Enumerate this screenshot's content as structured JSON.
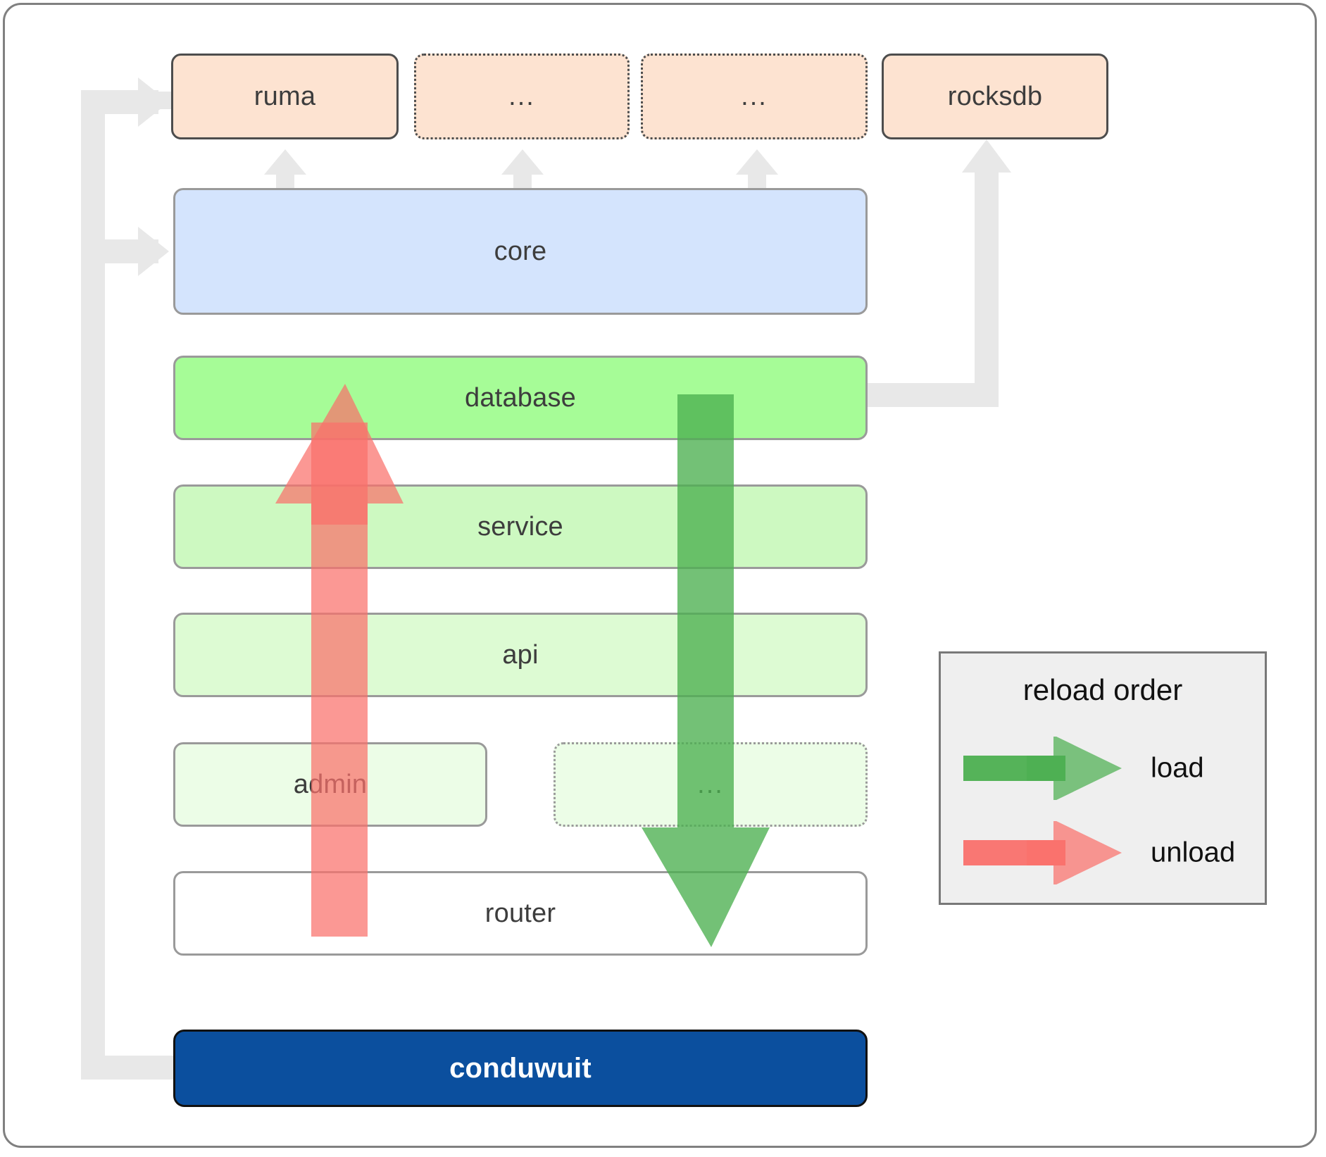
{
  "diagram": {
    "title": "conduwuit crate / reload-order architecture",
    "colors": {
      "dependency_fill": "#fde3d1",
      "dependency_stroke": "#4d4d4d",
      "core_fill": "#d4e4fd",
      "database_fill": "#a6fc97",
      "service_fill": "#cdf9c1",
      "api_fill": "#ddfbd3",
      "admin_fill": "#ecfde7",
      "router_fill": "#ffffff",
      "root_fill": "#0b4f9e",
      "connector_gray": "#e8e8e8",
      "load_green": "#4caf50",
      "unload_red": "#f9706b",
      "legend_bg": "#efefef"
    },
    "dependencies": [
      {
        "label": "ruma",
        "style": "solid",
        "name": "dep-ruma"
      },
      {
        "label": "...",
        "style": "dotted",
        "name": "dep-ellipsis-1"
      },
      {
        "label": "...",
        "style": "dotted",
        "name": "dep-ellipsis-2"
      },
      {
        "label": "rocksdb",
        "style": "solid",
        "name": "dep-rocksdb"
      }
    ],
    "core": {
      "label": "core"
    },
    "layers": [
      {
        "label": "database",
        "style": "solid",
        "name": "layer-database"
      },
      {
        "label": "service",
        "style": "solid",
        "name": "layer-service"
      },
      {
        "label": "api",
        "style": "solid",
        "name": "layer-api"
      },
      {
        "label": "admin",
        "style": "solid",
        "name": "layer-admin"
      },
      {
        "label": "...",
        "style": "dotted",
        "name": "layer-ellipsis"
      },
      {
        "label": "router",
        "style": "solid",
        "name": "layer-router"
      }
    ],
    "root": {
      "label": "conduwuit"
    },
    "legend": {
      "title": "reload order",
      "entries": [
        {
          "label": "load",
          "color": "#4caf50",
          "direction": "down"
        },
        {
          "label": "unload",
          "color": "#f9706b",
          "direction": "up"
        }
      ]
    }
  }
}
